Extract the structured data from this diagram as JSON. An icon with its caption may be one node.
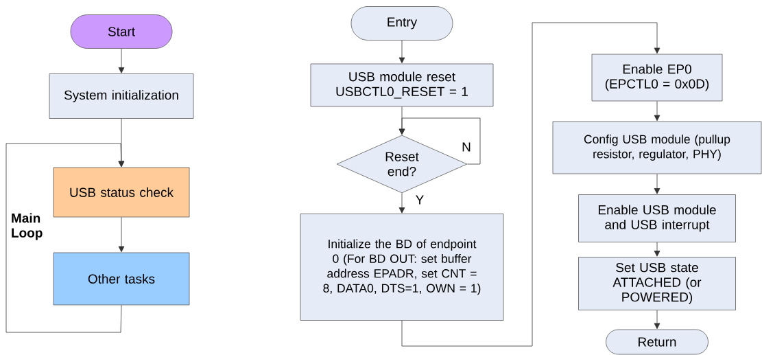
{
  "diagram": {
    "nodes": [
      {
        "text": [
          "Start"
        ]
      },
      {
        "text": [
          "System initialization"
        ]
      },
      {
        "text": [
          "USB status check"
        ]
      },
      {
        "text": [
          "Other tasks"
        ]
      },
      {
        "text": [
          "Entry"
        ]
      },
      {
        "text": [
          "USB module reset USBCTL0_RESET = 1"
        ]
      },
      {
        "text": [
          "Reset end?"
        ]
      },
      {
        "text": [
          "Initialize the BD of endpoint 0 (For BD OUT: set buffer address EPADR, set CNT = 8, DATA0, DTS=1, OWN = 1)"
        ]
      },
      {
        "text": [
          "Enable EP0 (EPCTL0 = 0x0D)"
        ]
      },
      {
        "text": [
          "Config USB module (pullup resistor, regulator, PHY)"
        ]
      },
      {
        "text": [
          "Enable USB module and USB interrupt"
        ]
      },
      {
        "text": [
          "Set USB state ATTACHED (or POWERED)"
        ]
      },
      {
        "text": [
          "Return"
        ]
      }
    ],
    "edges": [
      {
        "from": 0,
        "to": 1,
        "arrow": "to"
      },
      {
        "from": 1,
        "to": 2,
        "arrow": "to"
      },
      {
        "from": 2,
        "to": 3,
        "arrow": "to"
      },
      {
        "from": 3,
        "to": 2,
        "arrow": "to"
      },
      {
        "from": 4,
        "to": 5,
        "arrow": "to"
      },
      {
        "from": 5,
        "to": 6,
        "arrow": "to"
      },
      {
        "from": 6,
        "to": 6,
        "label": "N",
        "arrow": "to"
      },
      {
        "from": 6,
        "to": 7,
        "label": "Y",
        "arrow": "to"
      },
      {
        "from": 7,
        "to": 8,
        "arrow": "to"
      },
      {
        "from": 8,
        "to": 9,
        "arrow": "to"
      },
      {
        "from": 9,
        "to": 10,
        "arrow": "to"
      },
      {
        "from": 10,
        "to": 11,
        "arrow": "to"
      },
      {
        "from": 11,
        "to": 12,
        "arrow": "to"
      }
    ],
    "labels": [
      "**Main Loop**"
    ]
  }
}
